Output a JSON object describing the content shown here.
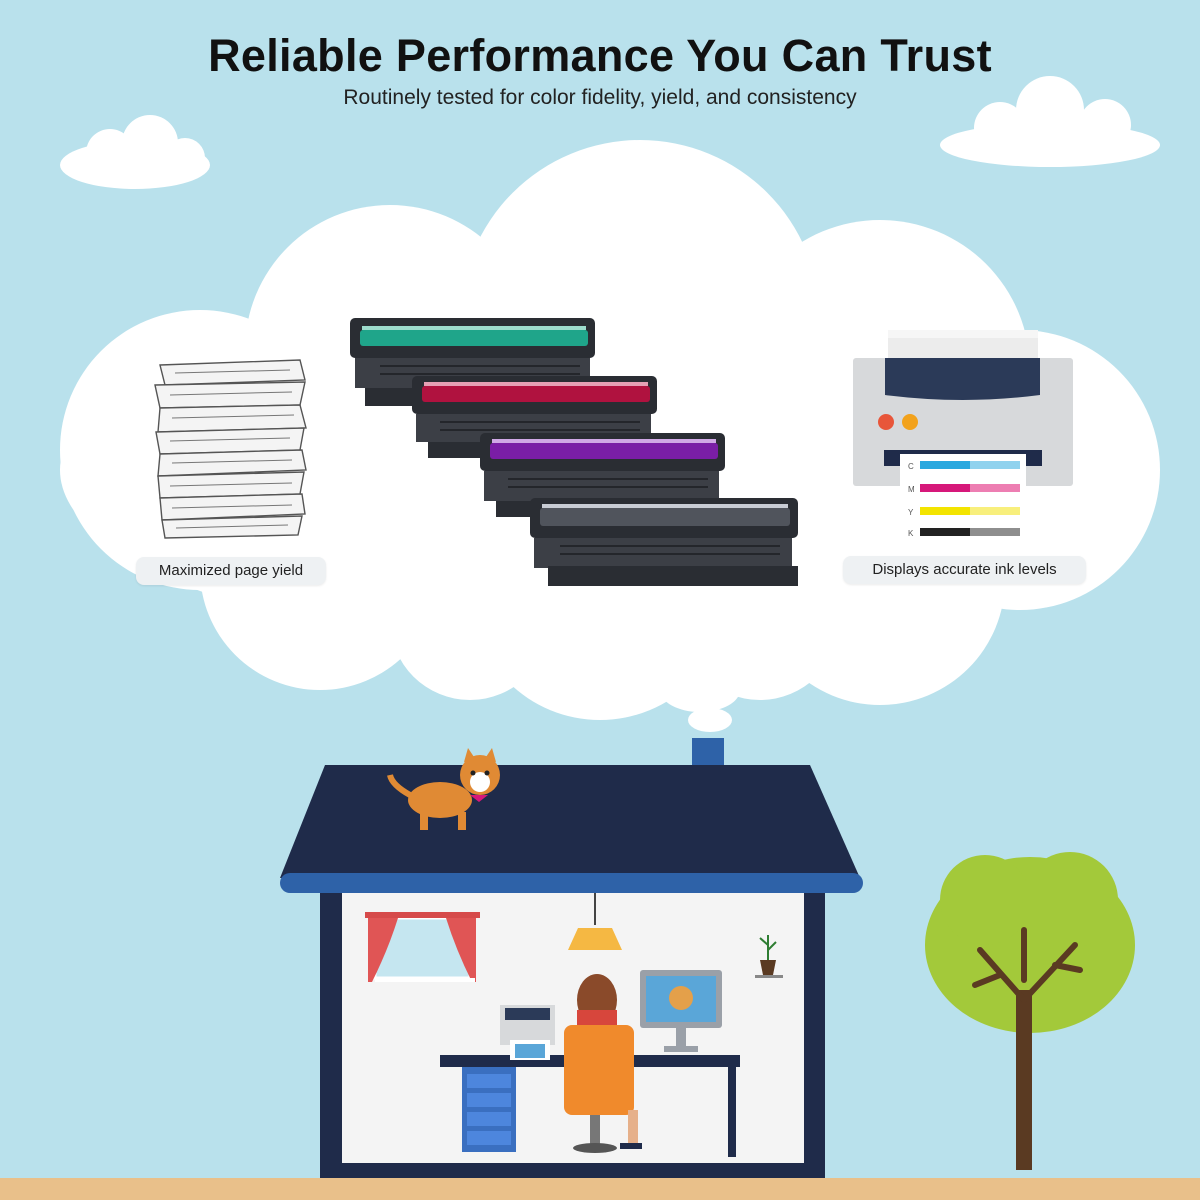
{
  "header": {
    "title": "Reliable Performance You Can Trust",
    "subtitle": "Routinely tested for color fidelity, yield, and consistency"
  },
  "features": {
    "page_yield_label": "Maximized page yield",
    "ink_levels_label": "Displays accurate ink levels"
  },
  "test_page": {
    "channels": [
      "C",
      "M",
      "Y",
      "K"
    ]
  },
  "palette": {
    "sky": "#b9e1ec",
    "roof": "#1f2b4a",
    "roof_trim": "#2e62a8",
    "cyan_toner": "#1fa58a",
    "magenta_toner": "#b0123f",
    "purple_toner": "#7a1ea6",
    "black_toner": "#3a3d44"
  },
  "icons": [
    "paper-stack-icon",
    "toner-cartridge-icon",
    "printer-icon",
    "house-icon",
    "dog-icon",
    "tree-icon"
  ]
}
